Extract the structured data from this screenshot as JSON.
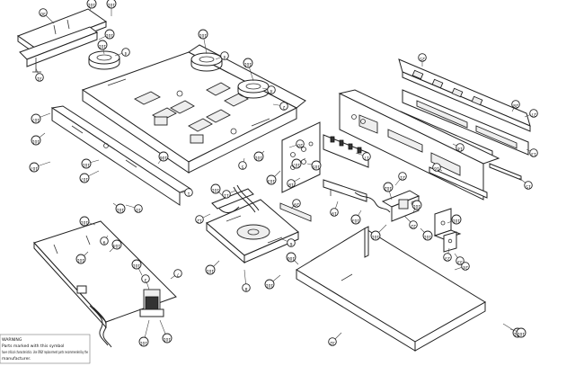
{
  "warning_box": {
    "title": "WARNING",
    "line1": "Parts marked with this symbol",
    "line2": "have critical characteristics. Use ONLY replacement parts recommended by the",
    "line3": "manufacturer."
  },
  "callouts": [
    {
      "label": "30"
    },
    {
      "label": "101"
    },
    {
      "label": "31"
    },
    {
      "label": "101"
    },
    {
      "label": "4"
    },
    {
      "label": "4"
    },
    {
      "label": "101"
    },
    {
      "label": "4"
    },
    {
      "label": "101"
    },
    {
      "label": "2"
    },
    {
      "label": "101"
    },
    {
      "label": "25"
    },
    {
      "label": "28"
    },
    {
      "label": "27"
    },
    {
      "label": "13"
    },
    {
      "label": "15"
    },
    {
      "label": "14"
    },
    {
      "label": "16"
    },
    {
      "label": "107"
    },
    {
      "label": "101"
    },
    {
      "label": "107"
    },
    {
      "label": "107"
    },
    {
      "label": "106"
    },
    {
      "label": "1"
    },
    {
      "label": "101"
    },
    {
      "label": "5"
    },
    {
      "label": "101"
    },
    {
      "label": "20"
    },
    {
      "label": "105"
    },
    {
      "label": "103"
    },
    {
      "label": "18"
    },
    {
      "label": "19"
    },
    {
      "label": "17"
    },
    {
      "label": "107"
    },
    {
      "label": "103"
    },
    {
      "label": "21"
    },
    {
      "label": "101"
    },
    {
      "label": "22"
    },
    {
      "label": "101"
    },
    {
      "label": "23"
    },
    {
      "label": "102"
    },
    {
      "label": "101"
    },
    {
      "label": "33"
    },
    {
      "label": "101"
    },
    {
      "label": "11"
    },
    {
      "label": "12"
    },
    {
      "label": "29"
    },
    {
      "label": "6"
    },
    {
      "label": "101"
    },
    {
      "label": "101"
    },
    {
      "label": "8"
    },
    {
      "label": "101"
    },
    {
      "label": "10"
    },
    {
      "label": "9"
    },
    {
      "label": "101"
    },
    {
      "label": "101"
    },
    {
      "label": "7"
    },
    {
      "label": "3"
    },
    {
      "label": "101"
    },
    {
      "label": "101"
    },
    {
      "label": "101"
    },
    {
      "label": "104"
    },
    {
      "label": "100"
    },
    {
      "label": "101"
    },
    {
      "label": "101"
    },
    {
      "label": "24"
    },
    {
      "label": "32"
    },
    {
      "label": "101"
    },
    {
      "label": "101"
    }
  ]
}
